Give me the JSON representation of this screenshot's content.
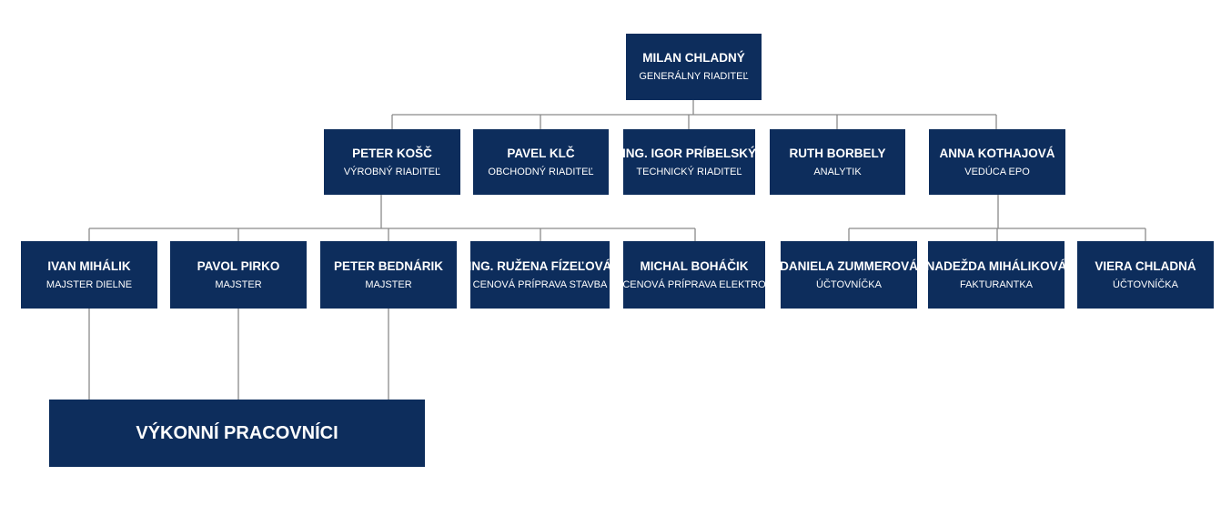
{
  "org_chart": {
    "ceo": {
      "name": "MILAN CHLADNÝ",
      "role": "GENERÁLNY RIADITEĽ"
    },
    "directors": [
      {
        "name": "PETER KOŠČ",
        "role": "VÝROBNÝ RIADITEĽ"
      },
      {
        "name": "PAVEL KLČ",
        "role": "OBCHODNÝ RIADITEĽ"
      },
      {
        "name": "ING. IGOR PRÍBELSKÝ",
        "role": "TECHNICKÝ RIADITEĽ"
      },
      {
        "name": "RUTH BORBELY",
        "role": "ANALYTIK"
      },
      {
        "name": "ANNA KOTHAJOVÁ",
        "role": "VEDÚCA EPO"
      }
    ],
    "production_staff": [
      {
        "name": "IVAN MIHÁLIK",
        "role": "MAJSTER DIELNE"
      },
      {
        "name": "PAVOL PIRKO",
        "role": "MAJSTER"
      },
      {
        "name": "PETER BEDNÁRIK",
        "role": "MAJSTER"
      },
      {
        "name": "ING. RUŽENA FÍZEĽOVÁ",
        "role": "CENOVÁ PRÍPRAVA STAVBA"
      },
      {
        "name": "MICHAL BOHÁČIK",
        "role": "CENOVÁ PRÍPRAVA ELEKTRO"
      }
    ],
    "epo_staff": [
      {
        "name": "DANIELA ZUMMEROVÁ",
        "role": "ÚČTOVNÍČKA"
      },
      {
        "name": "NADEŽDA MIHÁLIKOVÁ",
        "role": "FAKTURANTKA"
      },
      {
        "name": "VIERA CHLADNÁ",
        "role": "ÚČTOVNÍČKA"
      }
    ],
    "workers": {
      "label": "VÝKONNÍ PRACOVNÍCI"
    }
  },
  "colors": {
    "node_fill": "#0d2d5c",
    "node_text": "#ffffff",
    "connector": "#8a8a8a"
  }
}
